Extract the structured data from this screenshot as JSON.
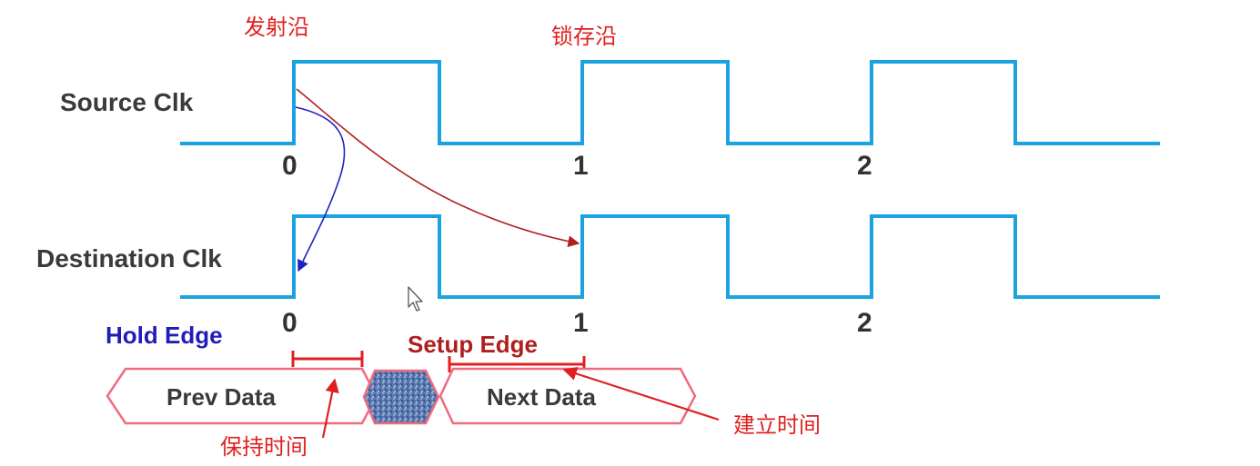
{
  "annotations": {
    "launch_edge": "发射沿",
    "latch_edge": "锁存沿",
    "hold_time": "保持时间",
    "setup_time": "建立时间"
  },
  "signals": {
    "source_clk": "Source Clk",
    "destination_clk": "Destination Clk"
  },
  "edge_labels": {
    "source": [
      "0",
      "1",
      "2"
    ],
    "destination": [
      "0",
      "1",
      "2"
    ]
  },
  "edges": {
    "hold": "Hold Edge",
    "setup": "Setup Edge"
  },
  "data_blocks": {
    "prev": "Prev Data",
    "next": "Next Data"
  },
  "colors": {
    "clock": "#1aa3e0",
    "hold_arrow": "#2020c0",
    "setup_arrow": "#b01e1e",
    "annotation": "#e02020",
    "data_border": "#ee6b7e",
    "transition_fill": "#5a78b0"
  },
  "icons": {
    "cursor": "mouse-pointer-icon"
  }
}
